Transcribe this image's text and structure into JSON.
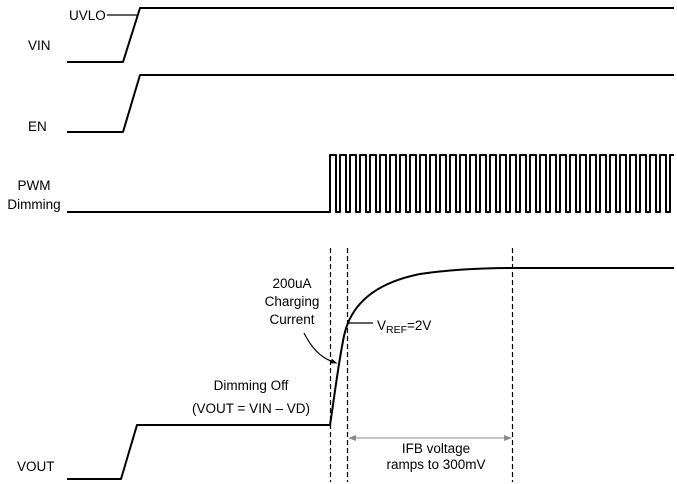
{
  "colors": {
    "ink": "#000000",
    "arrow": "#8a8a8a",
    "background": "#ffffff"
  },
  "signals": {
    "vin": {
      "label": "VIN",
      "threshold": "UVLO"
    },
    "en": {
      "label": "EN"
    },
    "pwm": {
      "label1": "PWM",
      "label2": "Dimming"
    },
    "vout": {
      "label": "VOUT"
    }
  },
  "annotations": {
    "charging_current": {
      "line1": "200uA",
      "line2": "Charging",
      "line3": "Current"
    },
    "vref": {
      "base": "V",
      "sub": "REF",
      "rest": "=2V"
    },
    "dimming_off": {
      "line1": "Dimming Off",
      "line2": "(VOUT = VIN – VD)"
    },
    "ifb_ramp": {
      "line1": "IFB voltage",
      "line2": "ramps to 300mV"
    }
  }
}
